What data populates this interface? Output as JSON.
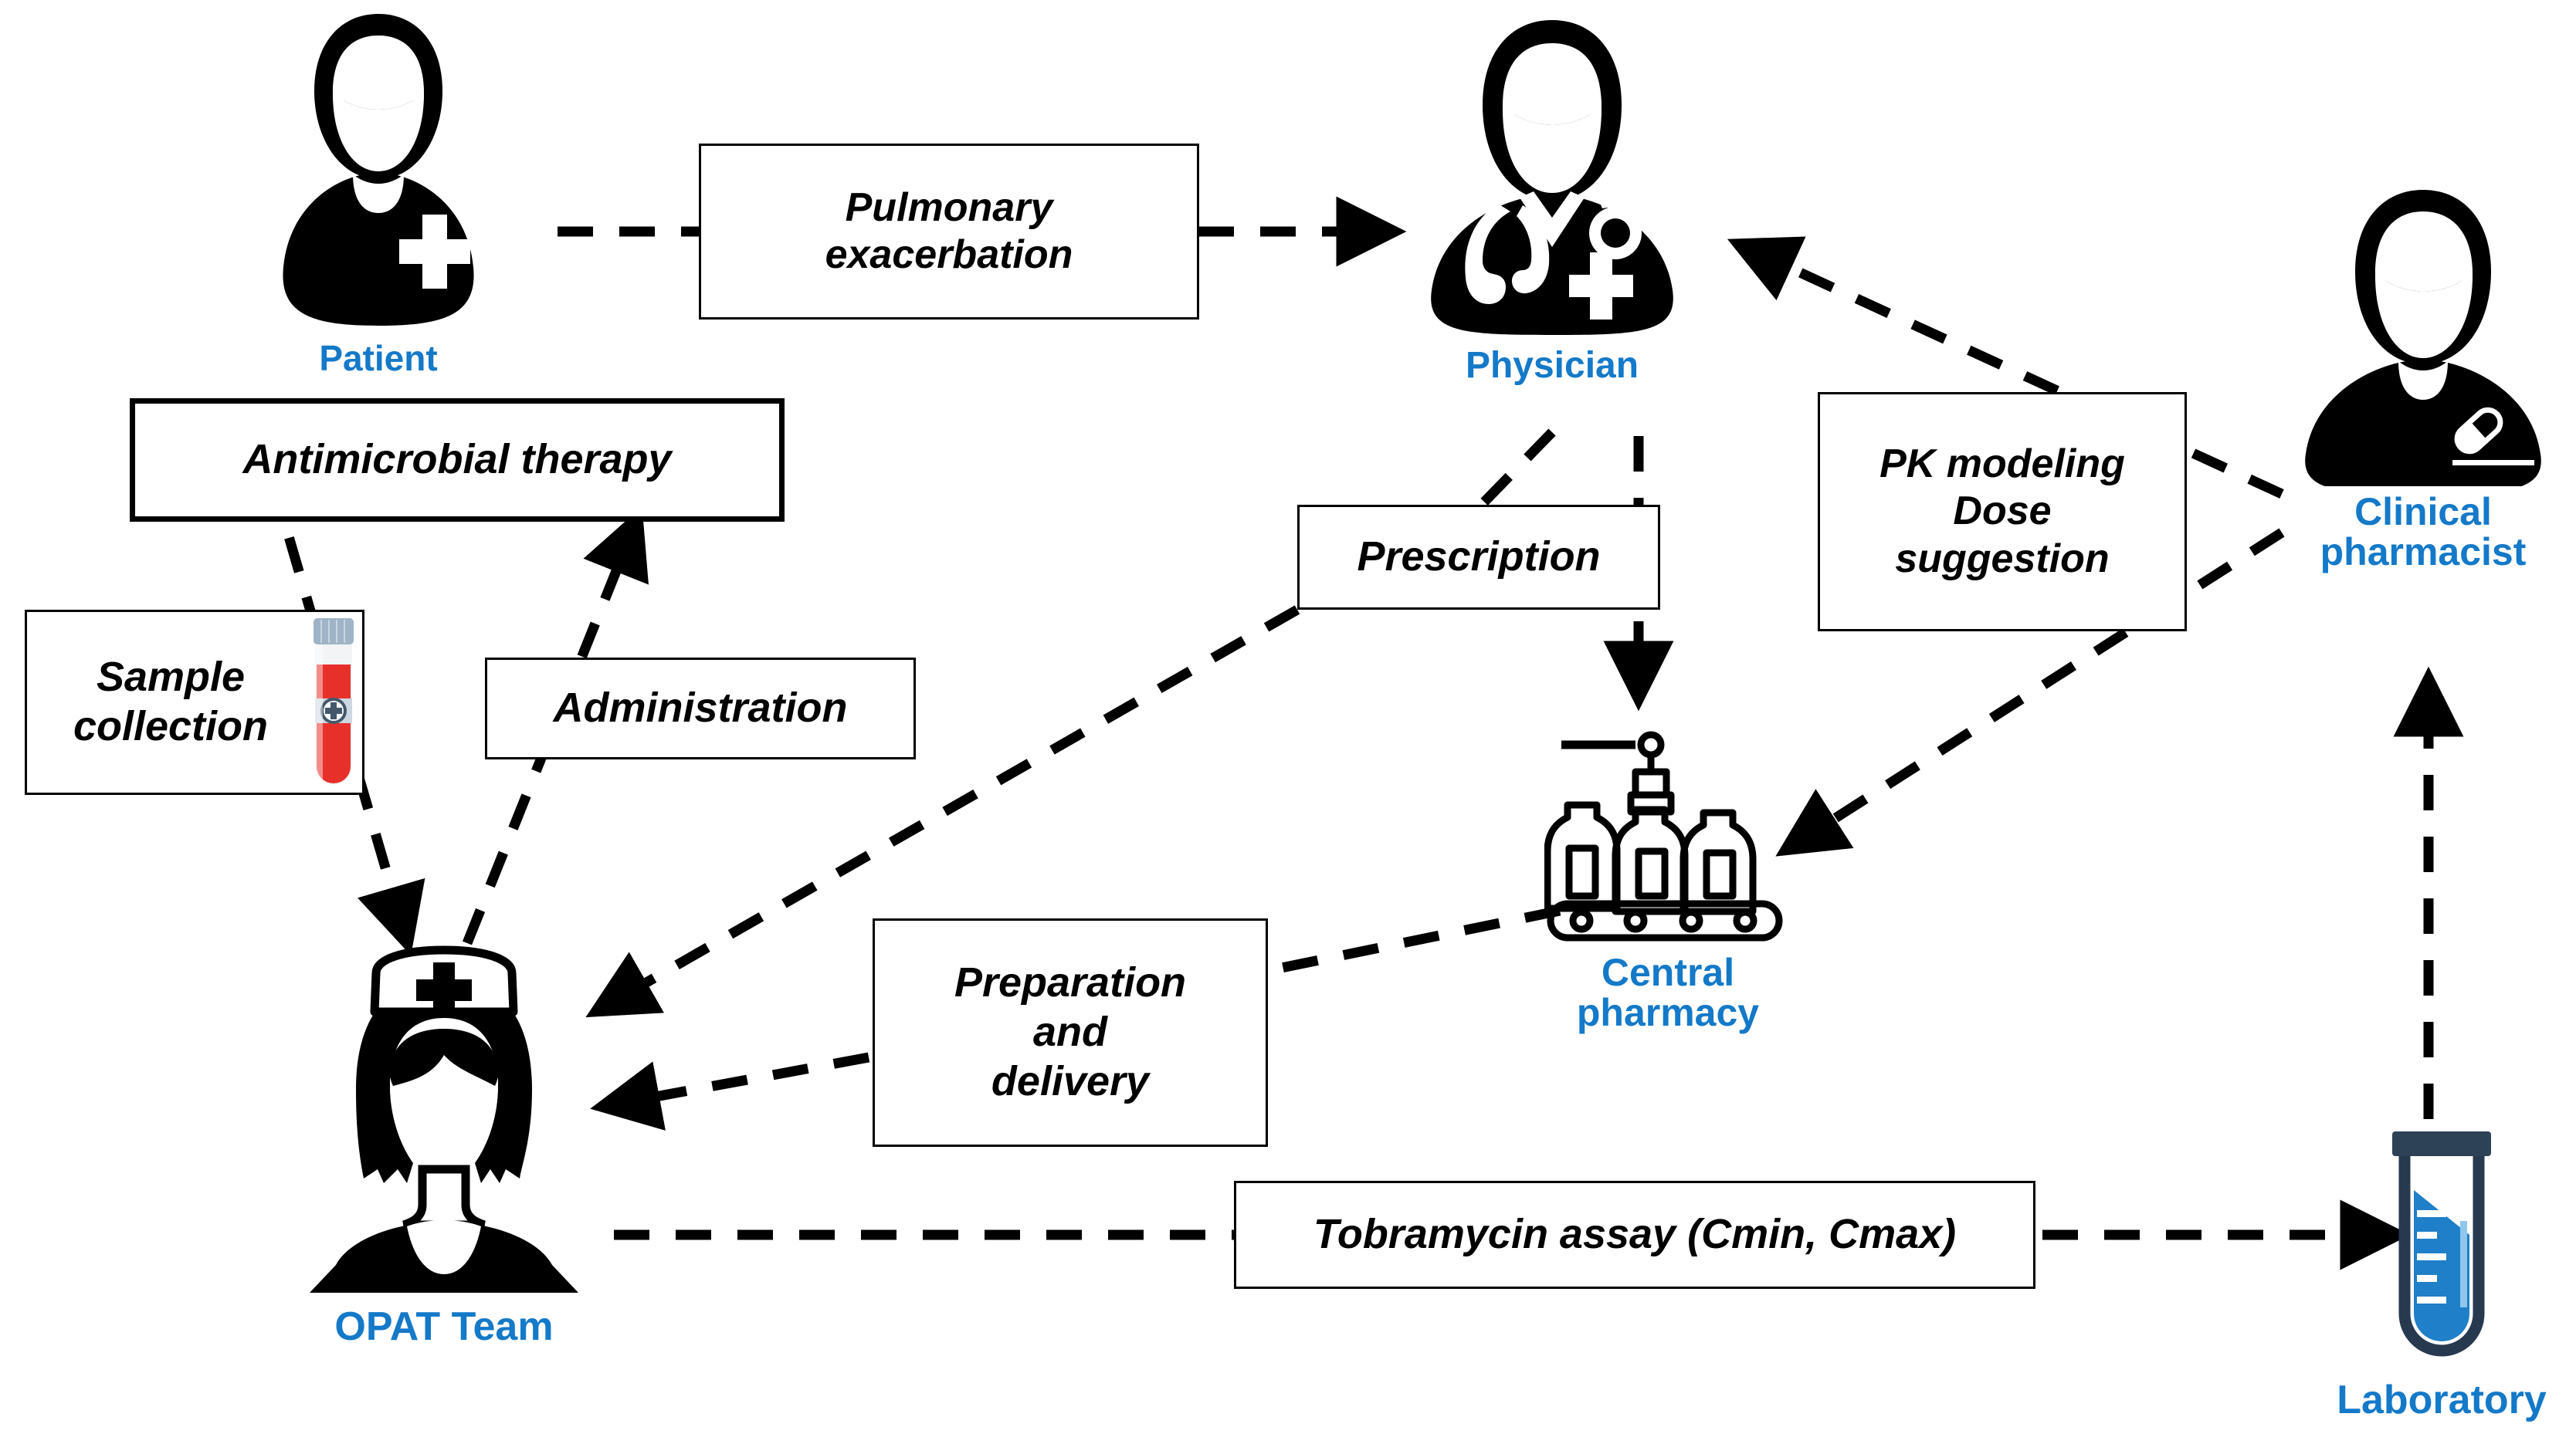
{
  "diagram": {
    "title": "OPAT tobramycin therapeutic drug monitoring workflow",
    "accent_blue": "#1479c9",
    "line_color": "#000000",
    "background": "#ffffff"
  },
  "nodes": [
    {
      "id": "patient",
      "icon": "patient-person-icon",
      "label": "Patient"
    },
    {
      "id": "physician",
      "icon": "physician-person-icon",
      "label": "Physician"
    },
    {
      "id": "pharmacist",
      "icon": "pharmacist-person-icon",
      "label": "Clinical\npharmacist"
    },
    {
      "id": "pharmacy",
      "icon": "conveyor-bottles-icon",
      "label": "Central\npharmacy"
    },
    {
      "id": "opat",
      "icon": "nurse-person-icon",
      "label": "OPAT Team"
    },
    {
      "id": "lab",
      "icon": "test-tube-icon",
      "label": "Laboratory"
    }
  ],
  "boxes": [
    {
      "id": "pulmonary",
      "text": "Pulmonary\nexacerbation"
    },
    {
      "id": "antimicrobial",
      "text": "Antimicrobial therapy"
    },
    {
      "id": "sample",
      "text": "Sample\ncollection"
    },
    {
      "id": "administration",
      "text": "Administration"
    },
    {
      "id": "prescription",
      "text": "Prescription"
    },
    {
      "id": "pkmodeling",
      "text": "PK modeling\nDose\nsuggestion"
    },
    {
      "id": "preparation",
      "text": "Preparation\nand\ndelivery"
    },
    {
      "id": "assay",
      "text": "Tobramycin assay (Cmin, Cmax)"
    }
  ],
  "edges": [
    {
      "id": "patient-to-pulmonary",
      "from": "patient",
      "to": "pulmonary",
      "style": "dashed",
      "arrow": false
    },
    {
      "id": "pulmonary-to-physician",
      "from": "pulmonary",
      "to": "physician",
      "style": "dashed",
      "arrow": true
    },
    {
      "id": "antimicrobial-to-opat",
      "from": "sample",
      "to": "opat",
      "style": "dashed",
      "arrow": true
    },
    {
      "id": "administration-to-antimicrobial",
      "from": "administration",
      "to": "antimicrobial",
      "style": "dashed",
      "arrow": true
    },
    {
      "id": "physician-to-prescription",
      "from": "physician",
      "to": "prescription",
      "style": "dashed",
      "arrow": false
    },
    {
      "id": "prescription-to-pharmacy",
      "from": "prescription",
      "to": "pharmacy",
      "style": "dashed",
      "arrow": true
    },
    {
      "id": "prescription-to-opat",
      "from": "prescription",
      "to": "opat",
      "style": "dashed",
      "arrow": true
    },
    {
      "id": "pharmacist-to-physician",
      "from": "pharmacist",
      "to": "physician",
      "style": "dashed",
      "arrow": true
    },
    {
      "id": "pharmacist-to-pharmacy",
      "from": "pharmacist",
      "to": "pharmacy",
      "style": "dashed",
      "arrow": true
    },
    {
      "id": "pharmacy-to-preparation",
      "from": "pharmacy",
      "to": "preparation",
      "style": "dashed",
      "arrow": false
    },
    {
      "id": "preparation-to-opat",
      "from": "preparation",
      "to": "opat",
      "style": "dashed",
      "arrow": true
    },
    {
      "id": "opat-to-assay",
      "from": "opat",
      "to": "assay",
      "style": "dashed",
      "arrow": false
    },
    {
      "id": "assay-to-lab",
      "from": "assay",
      "to": "lab",
      "style": "dashed",
      "arrow": true
    },
    {
      "id": "lab-to-pharmacist",
      "from": "lab",
      "to": "pharmacist",
      "style": "dashed",
      "arrow": true
    }
  ]
}
